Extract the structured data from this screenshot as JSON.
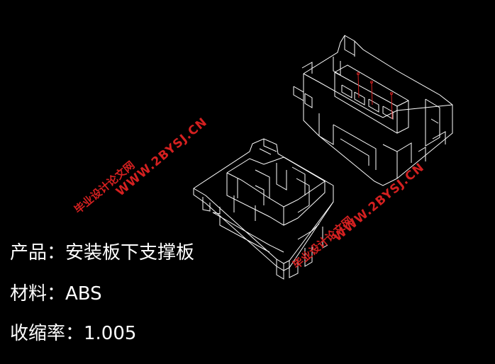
{
  "labels": {
    "product": "产品：安装板下支撑板",
    "material": "材料：ABS",
    "shrinkage": "收缩率：1.005"
  },
  "watermarks": {
    "url": "WWW.2BYSJ.CN",
    "site": "毕业设计论文网"
  },
  "colors": {
    "background": "#000000",
    "lines": "#ffffff",
    "watermark": "#d42020"
  }
}
